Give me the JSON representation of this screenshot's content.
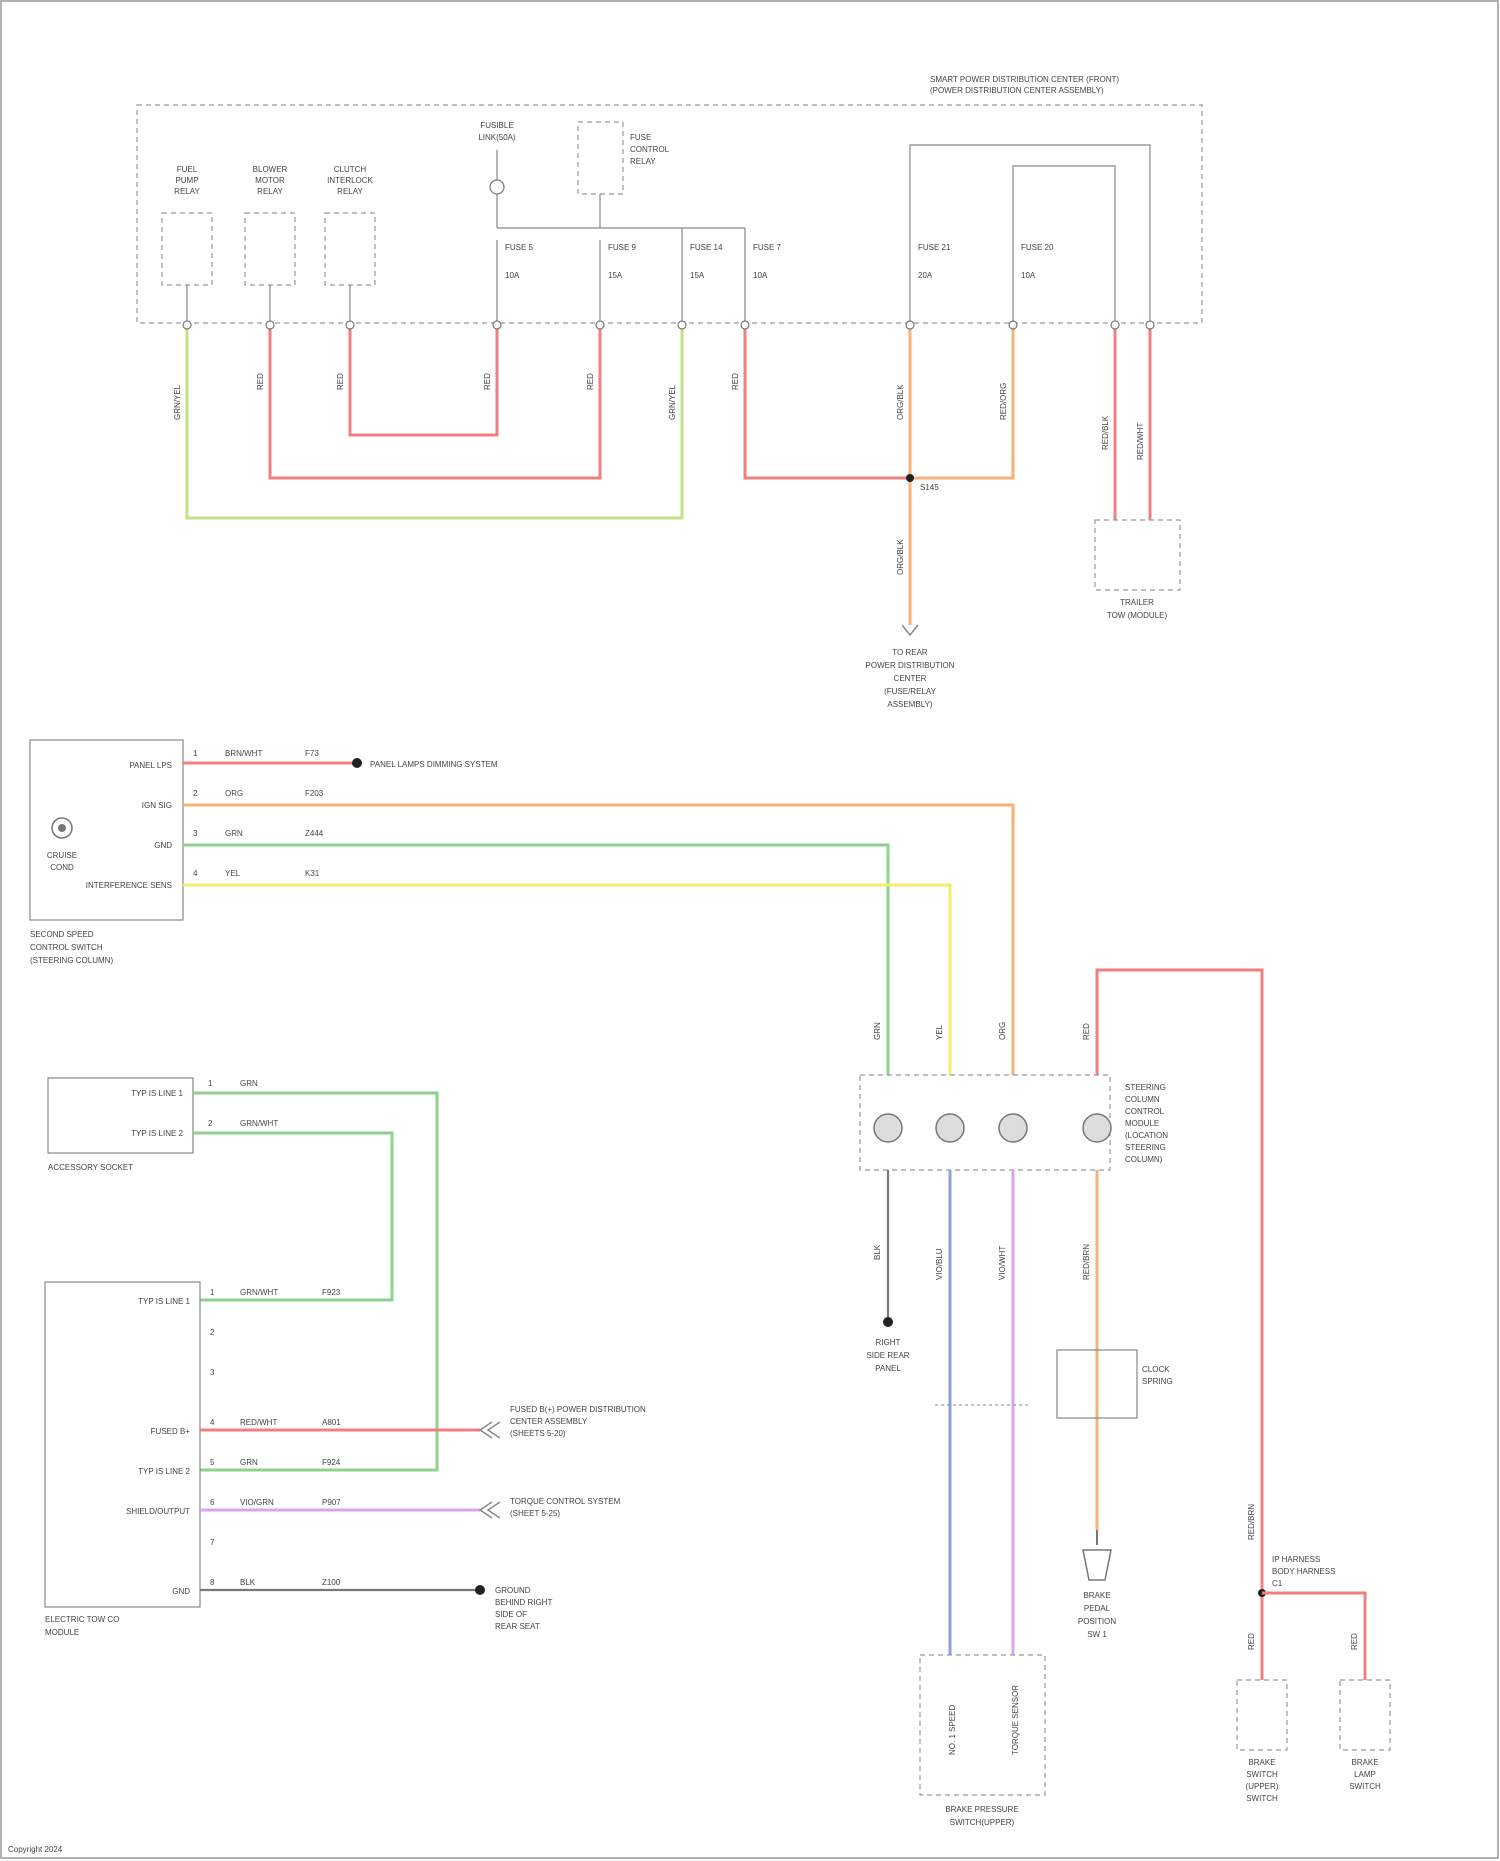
{
  "colors": {
    "red": "#f08080",
    "green": "#8fd18f",
    "yellowgreen": "#c5e08a",
    "orange": "#f5b27a",
    "yellow": "#f4ef6a",
    "blue": "#8f9fd8",
    "violet": "#d9a4f0",
    "gray": "#777777",
    "outline": "#888888"
  },
  "top_box": {
    "title_l1": "SMART POWER DISTRIBUTION CENTER (FRONT)",
    "title_l2": "(POWER DISTRIBUTION CENTER ASSEMBLY)"
  },
  "relays": {
    "fuel_pump": {
      "l1": "FUEL",
      "l2": "PUMP",
      "l3": "RELAY"
    },
    "blower": {
      "l1": "BLOWER",
      "l2": "MOTOR",
      "l3": "RELAY"
    },
    "clutch": {
      "l1": "CLUTCH",
      "l2": "INTERLOCK",
      "l3": "RELAY"
    }
  },
  "fusible": {
    "l1": "FUSIBLE",
    "l2": "LINK(50A)"
  },
  "sed_relay": {
    "l1": "FUSE",
    "l2": "CONTROL",
    "l3": "RELAY"
  },
  "fuses": [
    {
      "name": "FUSE 5",
      "amp": "10A"
    },
    {
      "name": "FUSE 9",
      "amp": "15A"
    },
    {
      "name": "FUSE 14",
      "amp": "15A"
    },
    {
      "name": "FUSE 7",
      "amp": "10A"
    },
    {
      "name": "FUSE 21",
      "amp": "20A"
    },
    {
      "name": "FUSE 20",
      "amp": "10A"
    }
  ],
  "top_wires": [
    "GRN/YEL",
    "RED",
    "RED",
    "RED",
    "RED",
    "GRN/YEL",
    "RED",
    "ORG/BLK",
    "RED/ORG",
    "RED/BLK",
    "RED/WHT",
    "ORG/BLK"
  ],
  "splice": "S145",
  "power_dist": {
    "l1": "TO REAR",
    "l2": "POWER DISTRIBUTION",
    "l3": "CENTER",
    "l4": "(FUSE/RELAY",
    "l5": "ASSEMBLY)"
  },
  "gp_label": {
    "l1": "TRAILER",
    "l2": "TOW (MODULE)"
  },
  "switch": {
    "pins": [
      "PANEL LPS",
      "IGN SIG",
      "GND",
      "INTERFERENCE SENS"
    ],
    "nums": [
      "1",
      "2",
      "3",
      "4"
    ],
    "colors": [
      "BRN/WHT",
      "ORG",
      "GRN",
      "YEL"
    ],
    "circuits": [
      "F73",
      "F203",
      "Z444",
      "K31"
    ],
    "button_l1": "CRUISE",
    "button_l2": "COND",
    "caption_l1": "SECOND SPEED",
    "caption_l2": "CONTROL SWITCH",
    "caption_l3": "(STEERING COLUMN)"
  },
  "ref_label": "PANEL LAMPS DIMMING SYSTEM",
  "access": {
    "pins": [
      "TYP IS LINE 1",
      "TYP IS LINE 2"
    ],
    "nums": [
      "1",
      "2"
    ],
    "colors": [
      "GRN",
      "GRN/WHT"
    ],
    "caption": "ACCESSORY SOCKET"
  },
  "module": {
    "pins": [
      "TYP IS LINE 1",
      "FUSED B+",
      "TYP IS LINE 2",
      "SHIELD/OUTPUT",
      "GND"
    ],
    "nums": [
      "1",
      "2",
      "3",
      "4",
      "5",
      "6",
      "7",
      "8"
    ],
    "colors": [
      "GRN/WHT",
      "RED/WHT",
      "GRN",
      "VIO/GRN",
      "BLK"
    ],
    "circuits": [
      "F923",
      "A801",
      "F924",
      "P907",
      "Z100"
    ],
    "caption_l1": "ELECTRIC TOW CO",
    "caption_l2": "MODULE"
  },
  "ref_fused": {
    "l1": "FUSED B(+) POWER DISTRIBUTION",
    "l2": "CENTER ASSEMBLY",
    "l3": "(SHEETS 5-20)"
  },
  "ref_shield": {
    "l1": "TORQUE CONTROL SYSTEM",
    "l2": "(SHEET 5-25)"
  },
  "ref_ground": {
    "l1": "GROUND",
    "l2": "BEHIND RIGHT",
    "l3": "SIDE OF",
    "l4": "REAR SEAT"
  },
  "column": {
    "in_wires": [
      "GRN",
      "YEL",
      "ORG",
      "RED"
    ],
    "out_wires": [
      "BLK",
      "VIO/BLU",
      "VIO/WHT",
      "RED/BRN"
    ],
    "label": [
      "STEERING",
      "COLUMN",
      "CONTROL",
      "MODULE",
      "(LOCATION",
      "STEERING",
      "COLUMN)"
    ]
  },
  "ground_left": {
    "l1": "RIGHT",
    "l2": "SIDE REAR",
    "l3": "PANEL"
  },
  "clock_spring": {
    "l1": "CLOCK",
    "l2": "SPRING"
  },
  "brake_sw": {
    "l1": "BRAKE",
    "l2": "PEDAL",
    "l3": "POSITION",
    "l4": "SW 1"
  },
  "harness": {
    "l1": "IP HARNESS",
    "l2": "BODY HARNESS",
    "l3": "C1"
  },
  "lower_wires": [
    "RED/BRN",
    "RED",
    "RED"
  ],
  "sw_left": {
    "l1": "BRAKE",
    "l2": "SWITCH",
    "l3": "(UPPER)",
    "l4": "SWITCH"
  },
  "sw_right": {
    "l1": "BRAKE",
    "l2": "LAMP",
    "l3": "SWITCH"
  },
  "connector": {
    "t1": "NO. 1 SPEED",
    "t2": "TORQUE SENSOR",
    "l1": "BRAKE PRESSURE",
    "l2": "SWITCH(UPPER)"
  },
  "footer": "Copyright 2024"
}
